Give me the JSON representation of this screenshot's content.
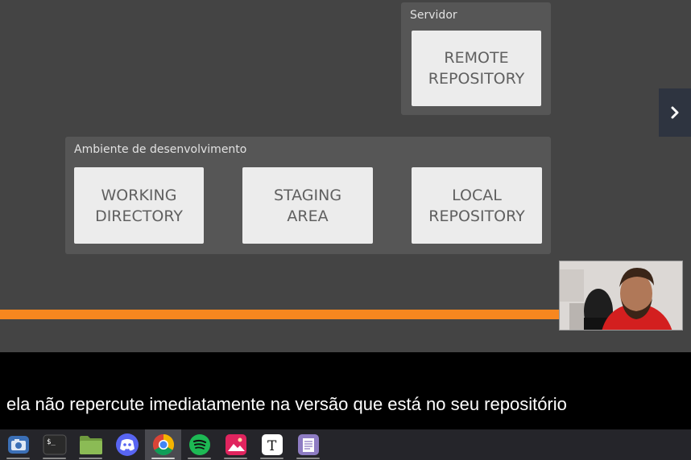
{
  "slide": {
    "server_panel": {
      "title": "Servidor",
      "remote_box": "REMOTE\nREPOSITORY"
    },
    "dev_panel": {
      "title": "Ambiente de desenvolvimento",
      "boxes": [
        "WORKING\nDIRECTORY",
        "STAGING\nAREA",
        "LOCAL\nREPOSITORY"
      ]
    },
    "next_icon": "chevron-right-icon"
  },
  "subtitle": "ela não repercute imediatamente na versão que está no seu repositório",
  "taskbar": {
    "apps": [
      {
        "name": "screenshot-app-icon",
        "color": "#3b6fb6"
      },
      {
        "name": "terminal-icon",
        "color": "#2a2a2a"
      },
      {
        "name": "files-icon",
        "color": "#7aa64a"
      },
      {
        "name": "discord-icon",
        "color": "#5865f2"
      },
      {
        "name": "chrome-icon",
        "color": "#db4437",
        "active": true
      },
      {
        "name": "spotify-icon",
        "color": "#1db954"
      },
      {
        "name": "image-viewer-icon",
        "color": "#e0245e"
      },
      {
        "name": "typora-icon",
        "color": "#ffffff"
      },
      {
        "name": "text-editor-icon",
        "color": "#8e7cc3"
      }
    ]
  },
  "colors": {
    "slide_bg": "#444444",
    "panel_bg": "#565656",
    "box_bg": "#ececec",
    "accent_orange": "#f7871f"
  }
}
